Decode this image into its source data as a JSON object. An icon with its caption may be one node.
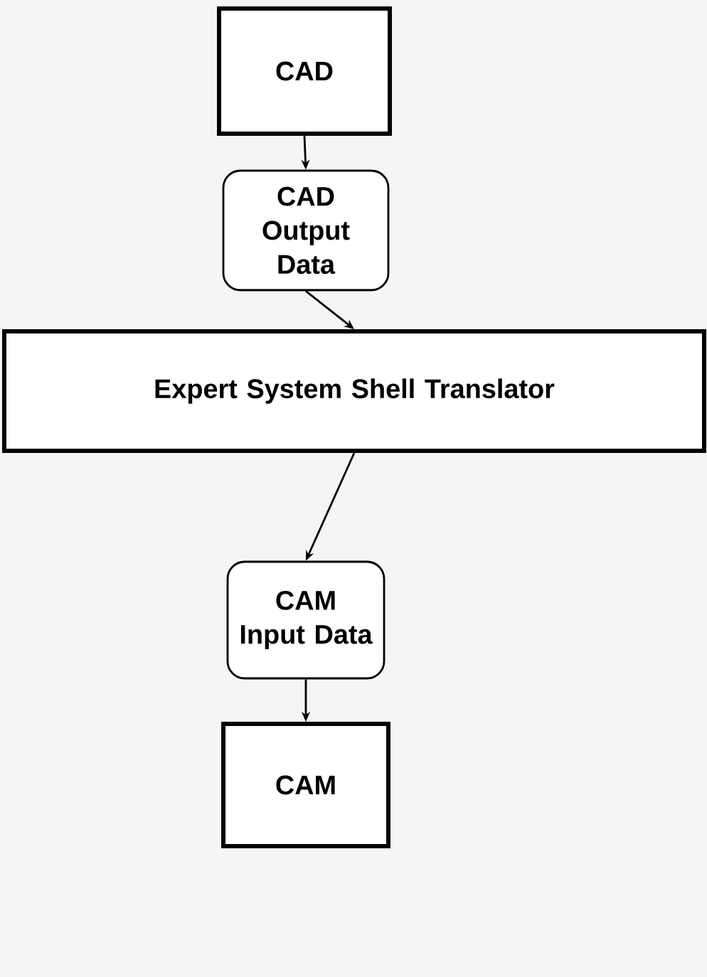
{
  "diagram": {
    "nodes": [
      {
        "text": [
          "CAD"
        ]
      },
      {
        "text": [
          "CAD Output Data"
        ]
      },
      {
        "text": [
          "Expert System Shell Translator"
        ]
      },
      {
        "text": [
          "CAM Input Data"
        ]
      },
      {
        "text": [
          "CAM"
        ]
      }
    ],
    "edges": [
      {
        "from": 0,
        "to": 1,
        "arrow": "to"
      },
      {
        "from": 1,
        "to": 2,
        "arrow": "to"
      },
      {
        "from": 2,
        "to": 3,
        "arrow": "to"
      },
      {
        "from": 3,
        "to": 4,
        "arrow": "to"
      }
    ]
  }
}
